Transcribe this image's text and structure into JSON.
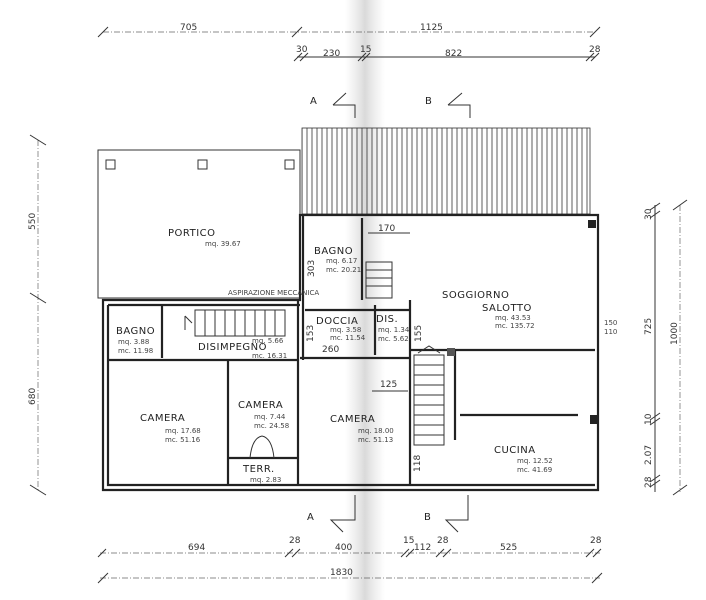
{
  "title": "Pianta piano terra",
  "rooms": {
    "portico": {
      "name": "PORTICO",
      "mq": "mq. 39.67"
    },
    "bagno_1": {
      "name": "BAGNO",
      "mq": "mq. 6.17",
      "mc": "mc. 20.21",
      "dim": "303"
    },
    "bagno_2": {
      "name": "BAGNO",
      "mq": "mq. 3.88",
      "mc": "mc. 11.98"
    },
    "disimpegno": {
      "name": "DISIMPEGNO",
      "mq": "mq. 5.66",
      "mc": "mc. 16.31"
    },
    "doccia": {
      "name": "DOCCIA",
      "mq": "mq. 3.58",
      "mc": "mc. 11.54",
      "dim_h": "260",
      "dim_v": "153"
    },
    "dis": {
      "name": "DIS.",
      "mq": "mq. 1.34",
      "mc": "mc. 5.62",
      "dim_v": "155"
    },
    "soggiorno": {
      "name": "SOGGIORNO",
      "name2": "SALOTTO",
      "mq": "mq. 43.53",
      "mc": "mc. 135.72",
      "window": "150",
      "window2": "110"
    },
    "camera_1": {
      "name": "CAMERA",
      "mq": "mq. 17.68",
      "mc": "mc. 51.16"
    },
    "camera_2": {
      "name": "CAMERA",
      "mq": "mq. 7.44",
      "mc": "mc. 24.58"
    },
    "camera_3": {
      "name": "CAMERA",
      "mq": "mq. 18.00",
      "mc": "mc. 51.13",
      "dim": "125",
      "dim_v": "118"
    },
    "terrazzo": {
      "name": "TERR.",
      "mq": "mq. 2.83"
    },
    "cucina": {
      "name": "CUCINA",
      "mq": "mq. 12.52",
      "mc": "mc. 41.69"
    }
  },
  "notes": {
    "aspirazione": "ASPIRAZIONE MECCANICA",
    "stair_dim": "170"
  },
  "sections": {
    "a": "A",
    "b": "B"
  },
  "dims_top": {
    "left": "705",
    "right": "1125",
    "s1": "30",
    "s2": "230",
    "s3": "15",
    "s4": "822",
    "s5": "28"
  },
  "dims_bottom": {
    "b1": "694",
    "b2": "28",
    "b3": "400",
    "b4": "15",
    "b5": "112",
    "b6": "28",
    "b7": "525",
    "b8": "28",
    "total": "1830"
  },
  "dims_left": {
    "upper": "550",
    "lower": "680"
  },
  "dims_right": {
    "r1": "30",
    "r2": "725",
    "r3": "10",
    "r4": "2.07",
    "r5": "28",
    "total": "1000"
  }
}
